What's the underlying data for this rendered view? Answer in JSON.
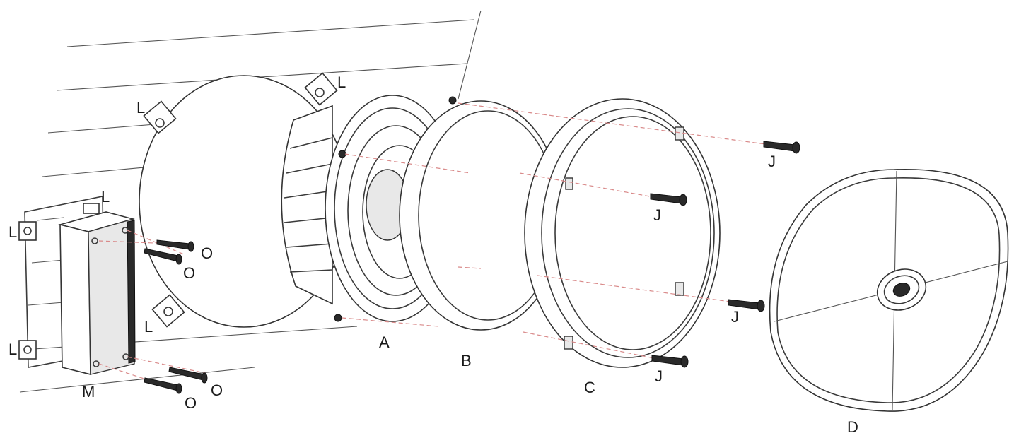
{
  "diagram": {
    "labels": {
      "A": "A",
      "B": "B",
      "C": "C",
      "D": "D",
      "J": "J",
      "L": "L",
      "M": "M",
      "O": "O"
    }
  }
}
